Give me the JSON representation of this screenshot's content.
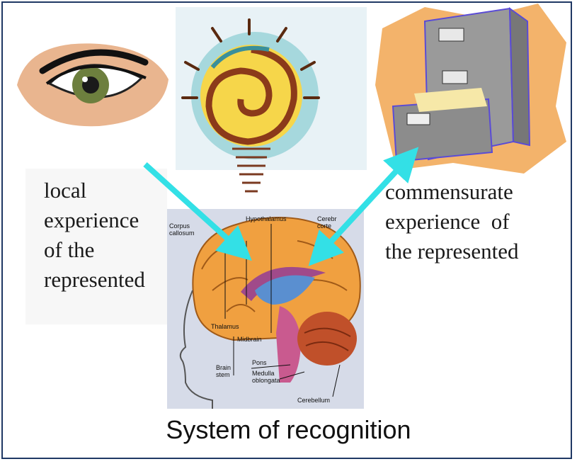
{
  "left_label": [
    "local",
    "experience",
    "of the",
    "represented"
  ],
  "right_label": [
    "commensurate",
    "experience  of",
    "the represented"
  ],
  "caption": "System of recognition",
  "brain_labels": {
    "corpus": [
      "Corpus",
      "callosum"
    ],
    "hypothalamus": "Hypothalamus",
    "cerebral": [
      "Cerebr",
      "corte"
    ],
    "thalamus": "Thalamus",
    "midbrain": "Midbrain",
    "brainstem": [
      "Brain",
      "stem"
    ],
    "pons": "Pons",
    "medulla": [
      "Medulla",
      "oblongata"
    ],
    "cerebellum": "Cerebellum"
  },
  "colors": {
    "border": "#1f3864",
    "arrow": "#33e0e6",
    "brain_orange": "#f0a040",
    "cerebellum": "#c0502a"
  }
}
